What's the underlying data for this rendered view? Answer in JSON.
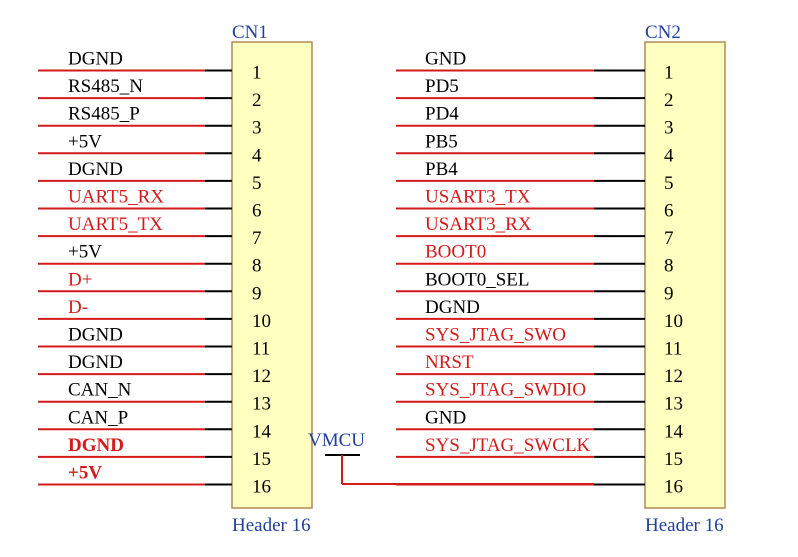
{
  "colors": {
    "wire": "#d41a1a",
    "stub": "#000000",
    "body_fill": "#ffffc0",
    "body_stroke": "#b08a55",
    "ref_text": "#1f3f9c",
    "label_black": "#000000",
    "label_red": "#d41a1a"
  },
  "cn1": {
    "designator": "CN1",
    "comment": "Header 16",
    "pins": [
      "1",
      "2",
      "3",
      "4",
      "5",
      "6",
      "7",
      "8",
      "9",
      "10",
      "11",
      "12",
      "13",
      "14",
      "15",
      "16"
    ],
    "nets": [
      {
        "name": "DGND",
        "color": "black",
        "bold": false
      },
      {
        "name": "RS485_N",
        "color": "black",
        "bold": false
      },
      {
        "name": "RS485_P",
        "color": "black",
        "bold": false
      },
      {
        "name": "+5V",
        "color": "black",
        "bold": false
      },
      {
        "name": "DGND",
        "color": "black",
        "bold": false
      },
      {
        "name": "UART5_RX",
        "color": "red",
        "bold": false
      },
      {
        "name": "UART5_TX",
        "color": "red",
        "bold": false
      },
      {
        "name": "+5V",
        "color": "black",
        "bold": false
      },
      {
        "name": "D+",
        "color": "red",
        "bold": false
      },
      {
        "name": "D-",
        "color": "red",
        "bold": false
      },
      {
        "name": "DGND",
        "color": "black",
        "bold": false
      },
      {
        "name": "DGND",
        "color": "black",
        "bold": false
      },
      {
        "name": "CAN_N",
        "color": "black",
        "bold": false
      },
      {
        "name": "CAN_P",
        "color": "black",
        "bold": false
      },
      {
        "name": "DGND",
        "color": "red",
        "bold": true
      },
      {
        "name": "+5V",
        "color": "red",
        "bold": true
      }
    ]
  },
  "cn2": {
    "designator": "CN2",
    "comment": "Header 16",
    "pins": [
      "1",
      "2",
      "3",
      "4",
      "5",
      "6",
      "7",
      "8",
      "9",
      "10",
      "11",
      "12",
      "13",
      "14",
      "15",
      "16"
    ],
    "nets": [
      {
        "name": "GND",
        "color": "black",
        "bold": false
      },
      {
        "name": "PD5",
        "color": "black",
        "bold": false
      },
      {
        "name": "PD4",
        "color": "black",
        "bold": false
      },
      {
        "name": "PB5",
        "color": "black",
        "bold": false
      },
      {
        "name": "PB4",
        "color": "black",
        "bold": false
      },
      {
        "name": "USART3_TX",
        "color": "red",
        "bold": false
      },
      {
        "name": "USART3_RX",
        "color": "red",
        "bold": false
      },
      {
        "name": "BOOT0",
        "color": "red",
        "bold": false
      },
      {
        "name": "BOOT0_SEL",
        "color": "black",
        "bold": false
      },
      {
        "name": "DGND",
        "color": "black",
        "bold": false
      },
      {
        "name": "SYS_JTAG_SWO",
        "color": "red",
        "bold": false
      },
      {
        "name": "NRST",
        "color": "red",
        "bold": false
      },
      {
        "name": "SYS_JTAG_SWDIO",
        "color": "red",
        "bold": false
      },
      {
        "name": "GND",
        "color": "black",
        "bold": false
      },
      {
        "name": "SYS_JTAG_SWCLK",
        "color": "red",
        "bold": false
      },
      {
        "name": "",
        "color": "black",
        "bold": false
      }
    ]
  },
  "power_port": {
    "name": "VMCU"
  }
}
